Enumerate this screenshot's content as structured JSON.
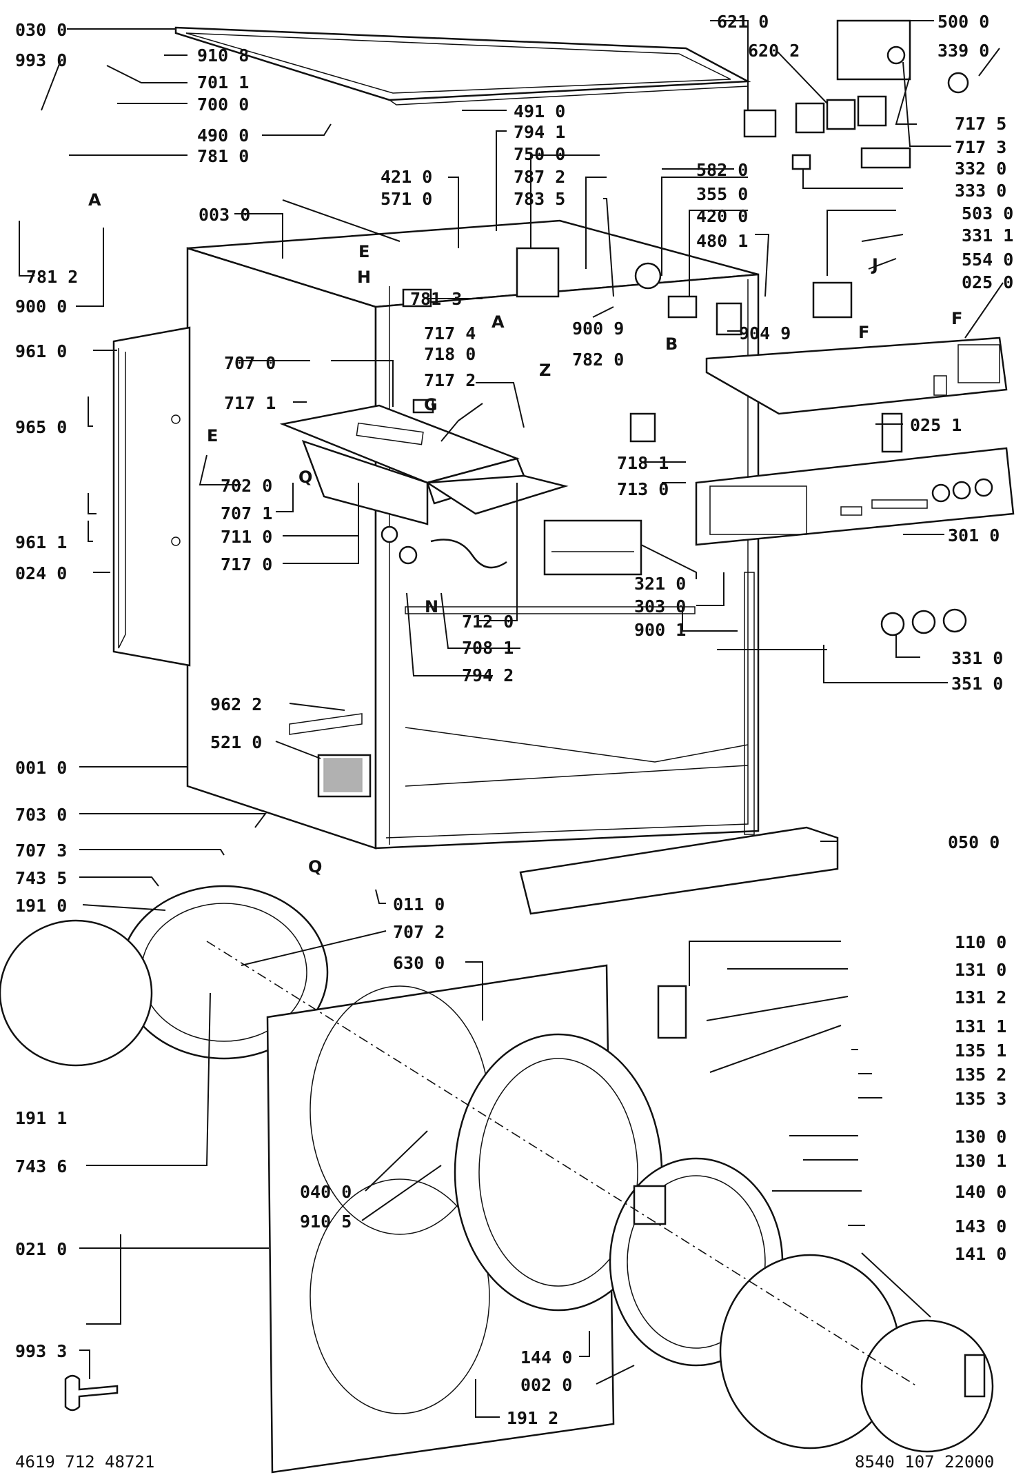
{
  "labels": {
    "l0300": "030 0",
    "l9930": "993 0",
    "l9108": "910 8",
    "l7011": "701 1",
    "l7000": "700 0",
    "l4900": "490 0",
    "l7810": "781 0",
    "l4910": "491 0",
    "l7941": "794 1",
    "l7500": "750 0",
    "l7872": "787 2",
    "l7835": "783 5",
    "l4210": "421 0",
    "l5710": "571 0",
    "l0030": "003 0",
    "l7812": "781 2",
    "l9000": "900 0",
    "l7813": "781 3",
    "l9009": "900 9",
    "l7820": "782 0",
    "l9049": "904 9",
    "l6210": "621 0",
    "l6202": "620 2",
    "l5000": "500 0",
    "l3390": "339 0",
    "l7175": "717 5",
    "l7173": "717 3",
    "l3320": "332 0",
    "l5820": "582 0",
    "l3550": "355 0",
    "l4200": "420 0",
    "l4801": "480 1",
    "l3330": "333 0",
    "l5030": "503 0",
    "l3311": "331 1",
    "l5540": "554 0",
    "l0250": "025 0",
    "l9610": "961 0",
    "l7070": "707 0",
    "l7174": "717 4",
    "l7180": "718 0",
    "l7172": "717 2",
    "l7171": "717 1",
    "l9650": "965 0",
    "l7020": "702 0",
    "l7071": "707 1",
    "l7110": "711 0",
    "l7170": "717 0",
    "l9611": "961 1",
    "l0240": "024 0",
    "l0251": "025 1",
    "l7181": "718 1",
    "l7130": "713 0",
    "l3010": "301 0",
    "l3210": "321 0",
    "l3030": "303 0",
    "l9001": "900 1",
    "l7120": "712 0",
    "l7081": "708 1",
    "l7942": "794 2",
    "l3310": "331 0",
    "l3510": "351 0",
    "l9622": "962 2",
    "l5210": "521 0",
    "l0010": "001 0",
    "l7030": "703 0",
    "l7073": "707 3",
    "l7435": "743 5",
    "l1910": "191 0",
    "l0110": "011 0",
    "l0500": "050 0",
    "l7072": "707 2",
    "l6300": "630 0",
    "l1100": "110 0",
    "l1310": "131 0",
    "l1312": "131 2",
    "l1311": "131 1",
    "l1351": "135 1",
    "l1352": "135 2",
    "l1353": "135 3",
    "l1300": "130 0",
    "l1301": "130 1",
    "l1400": "140 0",
    "l1430": "143 0",
    "l1410": "141 0",
    "l1911": "191 1",
    "l7436": "743 6",
    "l0400": "040 0",
    "l9105": "910 5",
    "l0210": "021 0",
    "l9933": "993 3",
    "l1440": "144 0",
    "l0020": "002 0",
    "l1912": "191 2"
  },
  "letters": {
    "a1": "A",
    "a2": "A",
    "e1": "E",
    "h1": "H",
    "z1": "Z",
    "b1": "B",
    "j1": "J",
    "f1": "F",
    "f2": "F",
    "g1": "G",
    "e2": "E",
    "q1": "Q",
    "n1": "N",
    "q2": "Q"
  },
  "footer": {
    "left_code": "4619 712 48721",
    "right_code": "8540 107 22000"
  }
}
